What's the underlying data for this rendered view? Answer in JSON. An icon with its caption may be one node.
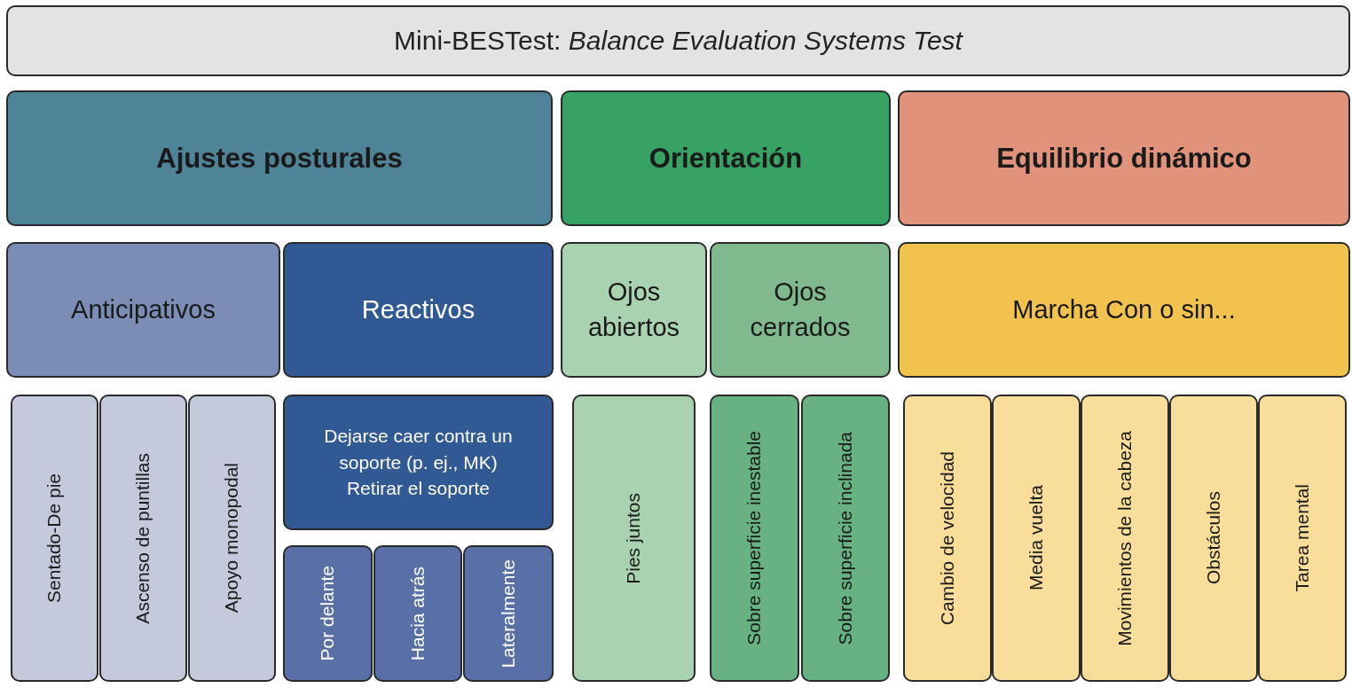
{
  "diagram": {
    "nodes": [
      {
        "text": [
          "Mini-BESTest: *Balance Evaluation Systems Test*"
        ]
      },
      {
        "text": [
          "Ajustes posturales"
        ]
      },
      {
        "text": [
          "Orientación"
        ]
      },
      {
        "text": [
          "Equilibrio dinámico"
        ]
      },
      {
        "text": [
          "Anticipativos"
        ]
      },
      {
        "text": [
          "Reactivos"
        ]
      },
      {
        "text": [
          "Ojos abiertos"
        ]
      },
      {
        "text": [
          "Ojos cerrados"
        ]
      },
      {
        "text": [
          "Marcha Con o sin..."
        ]
      },
      {
        "text": [
          "Sentado-De pie"
        ]
      },
      {
        "text": [
          "Ascenso de puntillas"
        ]
      },
      {
        "text": [
          "Apoyo monopodal"
        ]
      },
      {
        "text": [
          "Dejarse caer contra un soporte (p. ej., MK)",
          "Retirar el soporte"
        ]
      },
      {
        "text": [
          "Por delante"
        ]
      },
      {
        "text": [
          "Hacia atrás"
        ]
      },
      {
        "text": [
          "Lateralmente"
        ]
      },
      {
        "text": [
          "Pies juntos"
        ]
      },
      {
        "text": [
          "Sobre superficie inestable"
        ]
      },
      {
        "text": [
          "Sobre superficie inclinada"
        ]
      },
      {
        "text": [
          "Cambio de velocidad"
        ]
      },
      {
        "text": [
          "Media vuelta"
        ]
      },
      {
        "text": [
          "Movimientos de la cabeza"
        ]
      },
      {
        "text": [
          "Obstáculos"
        ]
      },
      {
        "text": [
          "Tarea mental"
        ]
      }
    ]
  }
}
